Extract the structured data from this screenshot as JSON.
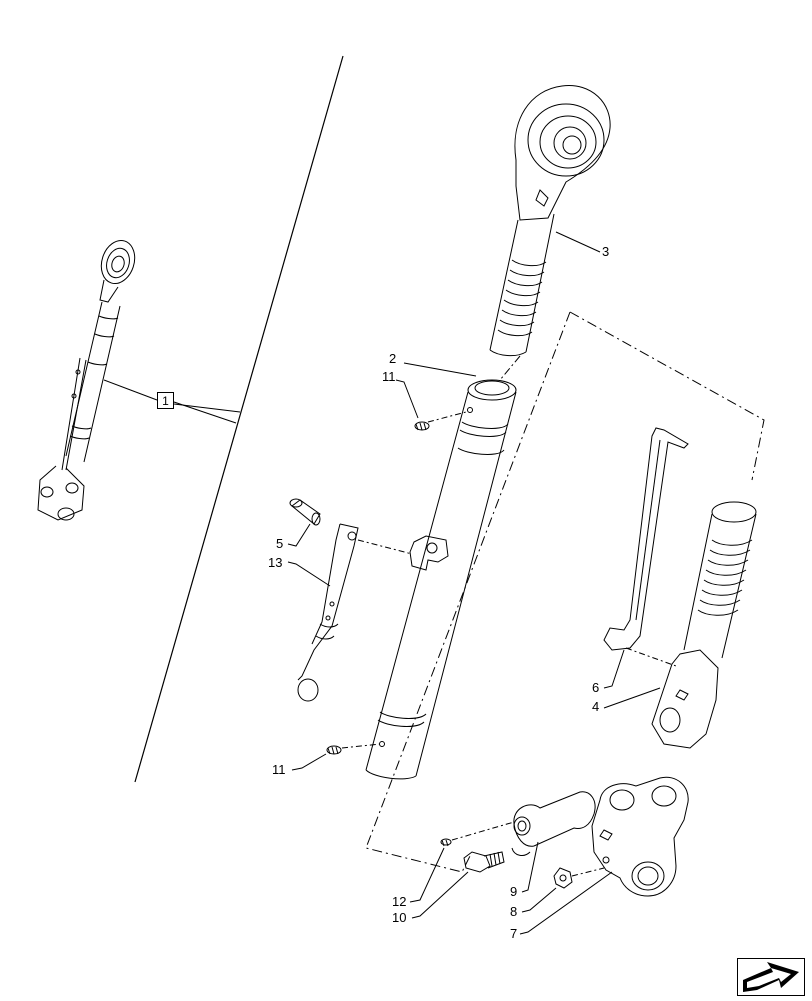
{
  "callouts": {
    "reference": "1",
    "p2": "2",
    "p3": "3",
    "p4": "4",
    "p5": "5",
    "p6": "6",
    "p7": "7",
    "p8": "8",
    "p9": "9",
    "p10": "10",
    "p11_top": "11",
    "p11_bottom": "11",
    "p12": "12",
    "p13": "13"
  },
  "icons": {
    "nav": "arrow-nav-icon"
  }
}
